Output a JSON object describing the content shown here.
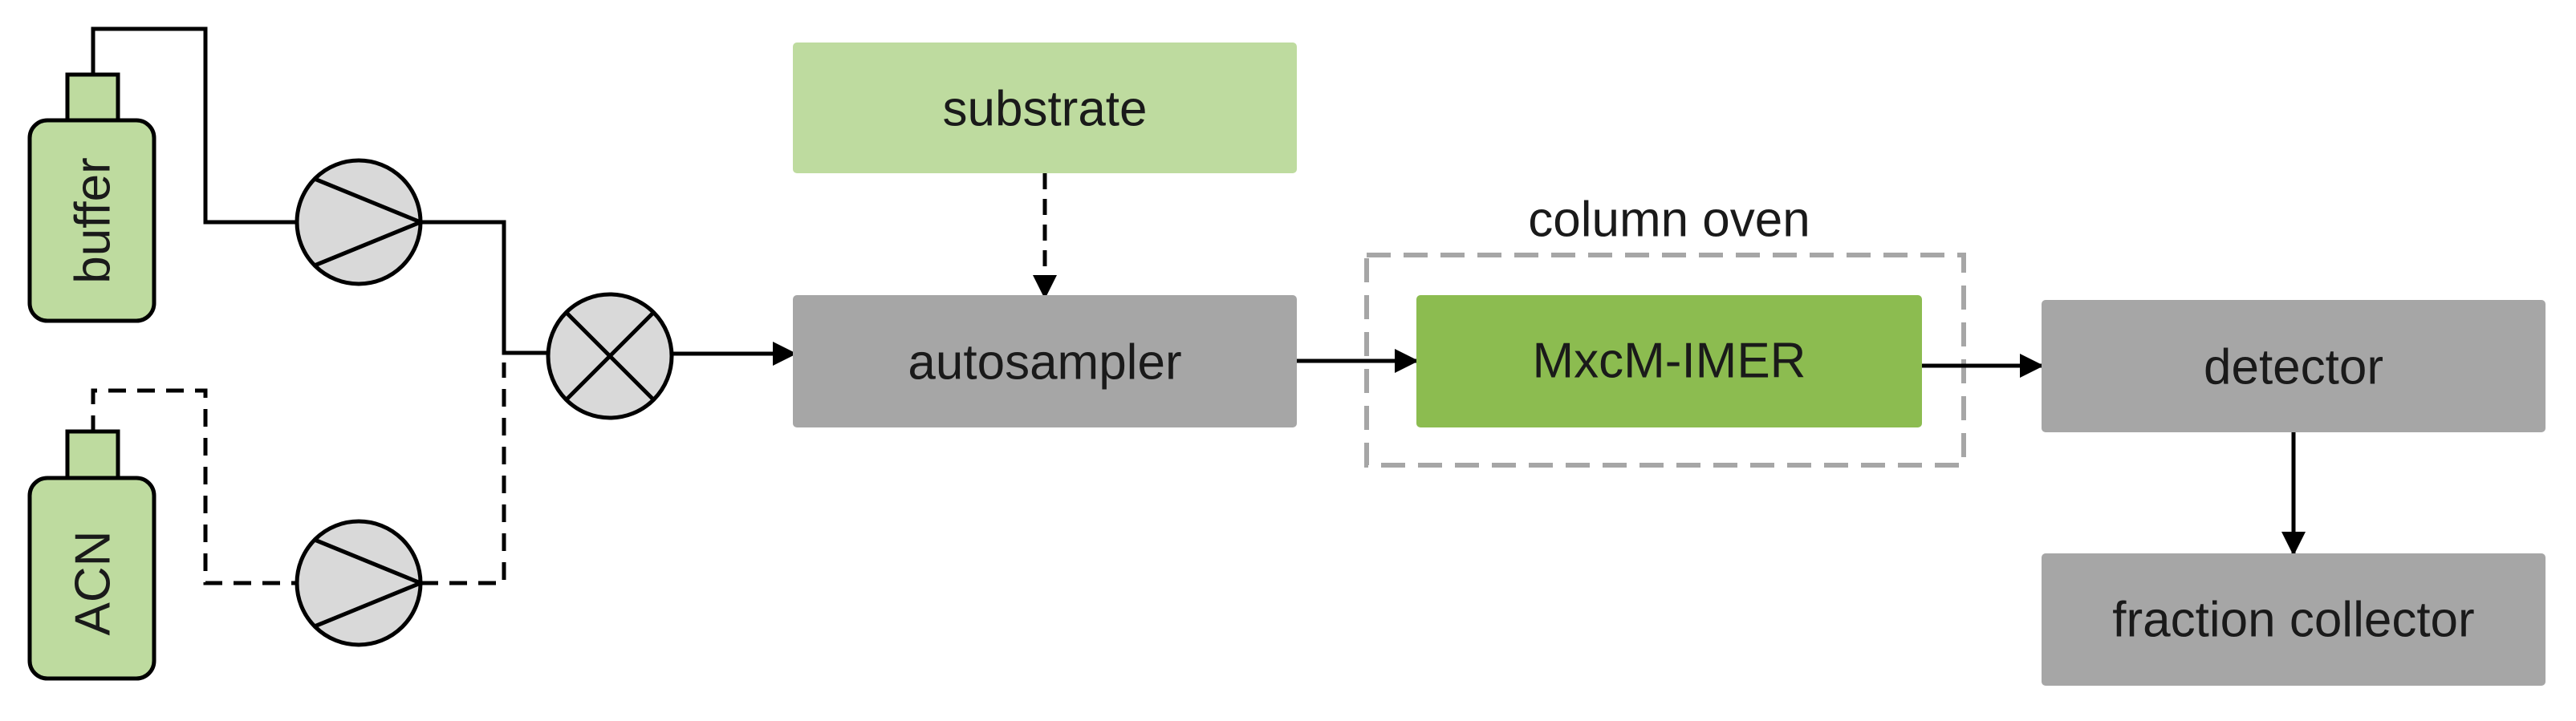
{
  "diagram": {
    "colors": {
      "light_green": "#bedb9f",
      "green": "#8cbc50",
      "gray": "#a6a6a6",
      "pump_fill": "#d9d9d9",
      "line": "#000000",
      "oven_border": "#a6a6a6"
    },
    "reservoirs": [
      {
        "label": "buffer",
        "line_style": "solid"
      },
      {
        "label": "ACN",
        "line_style": "dashed"
      }
    ],
    "pumps": [
      {
        "line_style": "solid"
      },
      {
        "line_style": "dashed"
      }
    ],
    "mixer": {
      "icon": "mixer-valve-icon"
    },
    "boxes": {
      "substrate": "substrate",
      "autosampler": "autosampler",
      "imer": "MxcM-IMER",
      "detector": "detector",
      "fraction_collector": "fraction collector"
    },
    "column_oven": {
      "label": "column oven",
      "border": "dashed"
    }
  }
}
